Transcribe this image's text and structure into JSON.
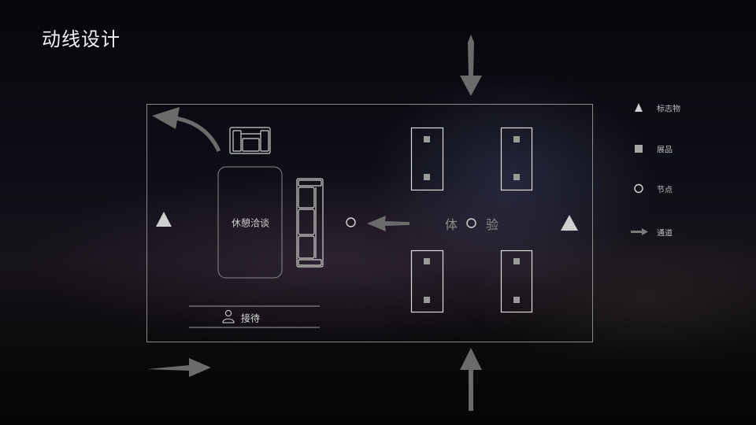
{
  "slide": {
    "title": "动线设计"
  },
  "zones": {
    "lounge": "休憩洽谈",
    "reception": "接待",
    "experience_left": "体",
    "experience_right": "验"
  },
  "legend": {
    "landmark": "标志物",
    "exhibit": "展品",
    "node": "节点",
    "passage": "通道"
  },
  "icons": {
    "landmark": "triangle-icon",
    "exhibit": "square-icon",
    "node": "circle-icon",
    "passage": "arrow-icon",
    "reception": "person-icon",
    "furniture": "sofa-icon"
  },
  "colors": {
    "line": "#bdbdbd",
    "arrow": "#6a6a6a",
    "marker": "#c8c8c8"
  }
}
